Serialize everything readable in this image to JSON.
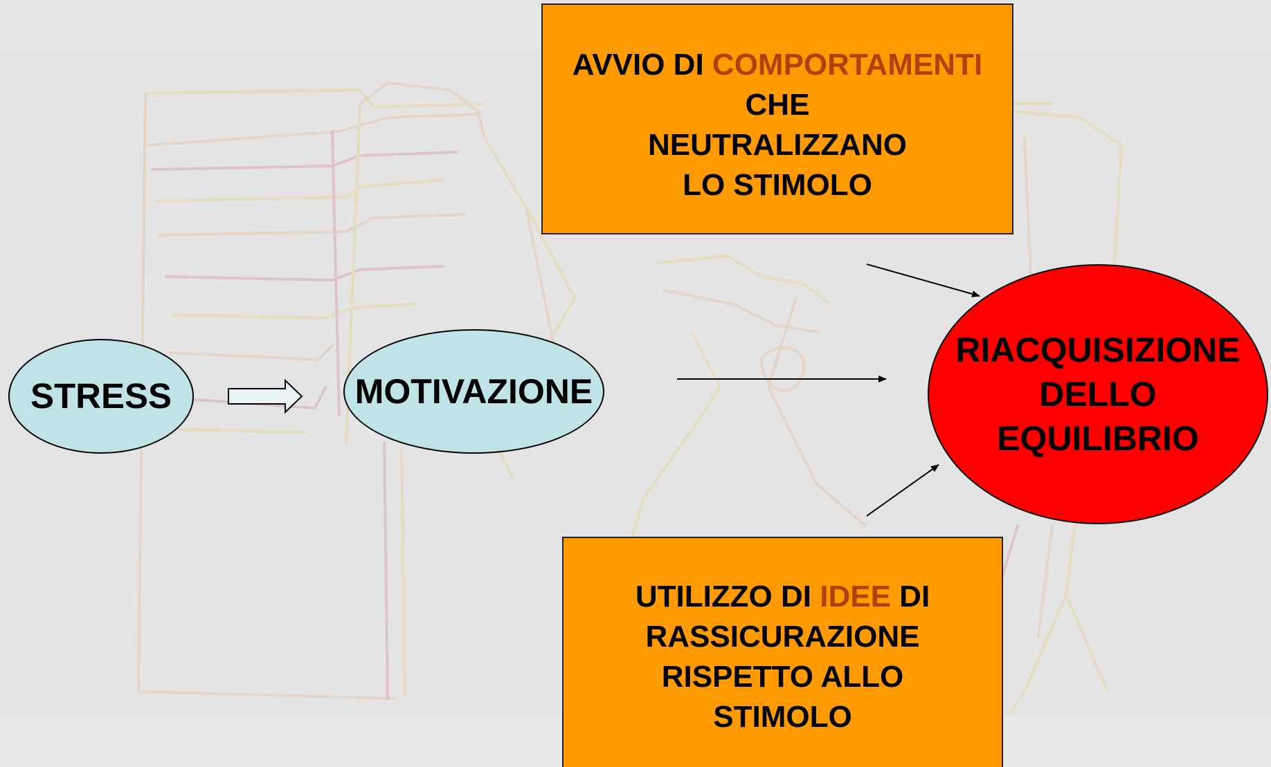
{
  "nodes": {
    "stress": "STRESS",
    "motivazione": "MOTIVAZIONE",
    "riacquisizione": {
      "line1": "RIACQUISIZIONE",
      "line2": "DELLO",
      "line3": "EQUILIBRIO"
    }
  },
  "box_top": {
    "prefix": "AVVIO DI",
    "accent": "COMPORTAMENTI",
    "line2": "CHE",
    "line3": "NEUTRALIZZANO",
    "line4": "LO STIMOLO"
  },
  "box_bottom": {
    "prefix": "UTILIZZO DI",
    "accent": "IDEE",
    "suffix": "DI",
    "line2": "RASSICURAZIONE",
    "line3": "RISPETTO ALLO",
    "line4": "STIMOLO"
  },
  "colors": {
    "background": "#e4e4e4",
    "ellipse_cyan": "#bfe3e7",
    "ellipse_red": "#ff0000",
    "box_orange": "#ff9a00",
    "accent_text": "#b0410a"
  }
}
